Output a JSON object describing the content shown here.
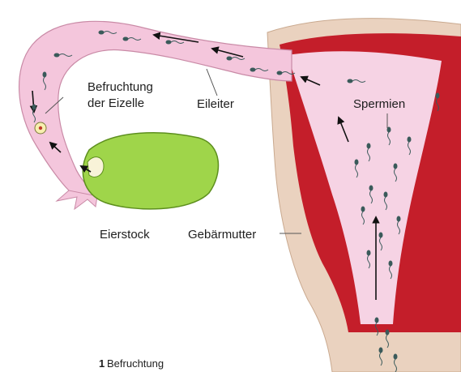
{
  "labels": {
    "befruchtung_line1": "Befruchtung",
    "befruchtung_line2": "der Eizelle",
    "eileiter": "Eileiter",
    "spermien": "Spermien",
    "eierstock": "Eierstock",
    "gebaermutter": "Gebärmutter"
  },
  "caption": {
    "number": "1",
    "text": "Befruchtung"
  },
  "colors": {
    "tube_pink": "#f4c6dc",
    "tube_outline": "#c98aa6",
    "uterus_lining": "#f6d3e4",
    "uterus_wall_red": "#c41e2a",
    "uterus_muscle": "#e8cbb7",
    "ovary_green": "#9fd54a",
    "ovary_dark": "#5d8f1e",
    "sperm_color": "#3a5a5a"
  }
}
